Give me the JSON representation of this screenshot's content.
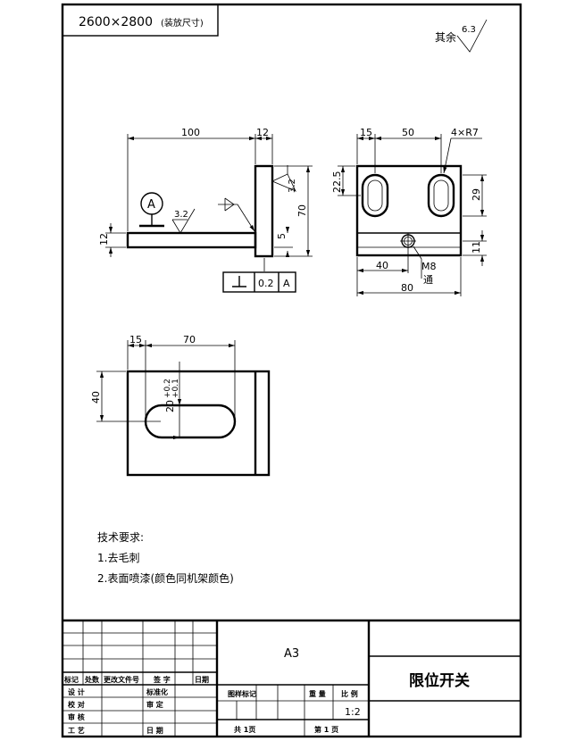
{
  "header": {
    "blank_size": "2600×2800",
    "blank_size_note": "(装放尺寸)",
    "rest_label": "其余",
    "rest_roughness": "6.3"
  },
  "side_view": {
    "dim_length": "100",
    "dim_thickness_top": "12",
    "dim_height": "70",
    "dim_thickness_left": "12",
    "dim_small": "5",
    "roughness_1": "3.2",
    "roughness_2": "3.2",
    "datum_label": "A",
    "tolerance_value": "0.2",
    "tolerance_datum": "A"
  },
  "front_view": {
    "dim_left_offset": "15",
    "dim_slot_spacing": "50",
    "dim_radius": "4×R7",
    "dim_slot_top": "22.5",
    "dim_slot_right": "29",
    "dim_hole_height": "11",
    "dim_hole_pos": "40",
    "thread": "M8",
    "thread_note": "通",
    "dim_width": "80"
  },
  "top_view": {
    "dim_left_offset": "15",
    "dim_slot_length": "70",
    "dim_depth": "40",
    "dim_slot_width": "20",
    "tol_upper": "+0.2",
    "tol_lower": "+0.1"
  },
  "notes": {
    "title": "技术要求:",
    "item_1": "1.去毛刺",
    "item_2": "2.表面喷漆(颜色同机架颜色)"
  },
  "title_block": {
    "mark": "标记",
    "count": "处数",
    "change_file": "更改文件号",
    "sign": "签  字",
    "date": "日期",
    "design": "设  计",
    "check": "校  对",
    "review": "审  核",
    "process": "工  艺",
    "standard": "标准化",
    "approve": "审  定",
    "date2": "日  期",
    "sheet_size": "A3",
    "part_name": "限位开关",
    "drawing_mark": "图样标记",
    "weight": "重 量",
    "scale_label": "比 例",
    "scale": "1:2",
    "total": "共  1页",
    "page": "第  1 页"
  }
}
